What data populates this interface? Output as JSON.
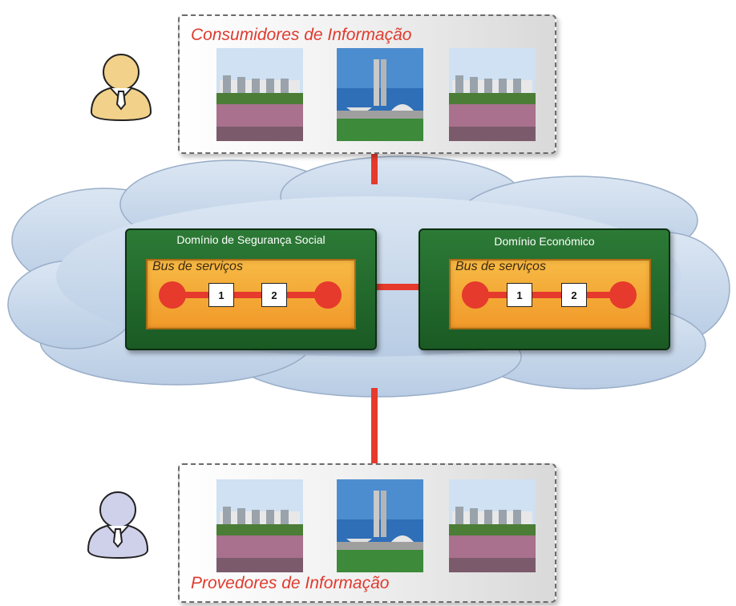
{
  "consumers": {
    "title": "Consumidores de Informação",
    "person_icon": "person-icon",
    "person_color": "#f2d18a"
  },
  "providers": {
    "title": "Provedores de Informação",
    "person_icon": "person-icon",
    "person_color": "#cfd0ea"
  },
  "domains": [
    {
      "title": "Domínio de Segurança Social",
      "bus_label": "Bus de serviços",
      "services": [
        "1",
        "2"
      ]
    },
    {
      "title": "Domínio Económico",
      "bus_label": "Bus de serviços",
      "services": [
        "1",
        "2"
      ]
    }
  ],
  "colors": {
    "connector": "#e53a2c",
    "domain": "#1f6a2b",
    "bus": "#f4a835",
    "cloud": "#c9d9ec",
    "title_text": "#e03a2e"
  }
}
